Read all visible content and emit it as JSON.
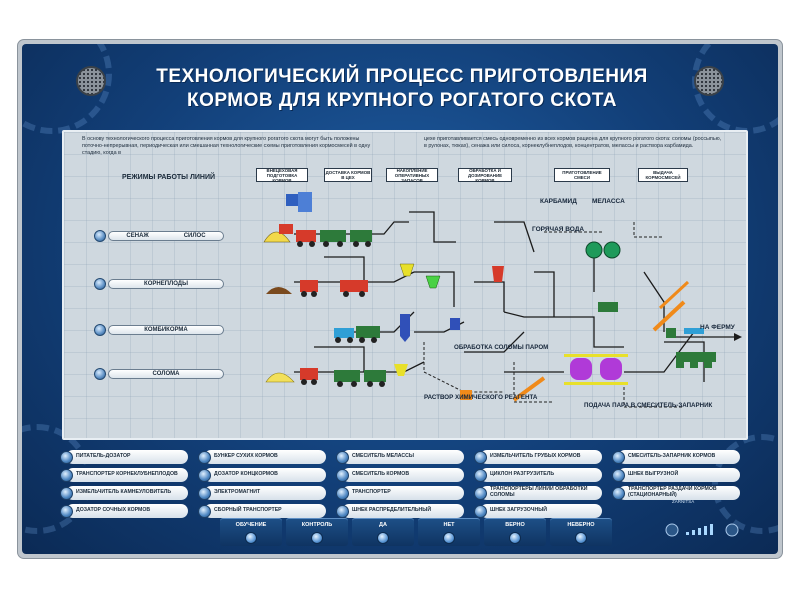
{
  "title": {
    "line1": "ТЕХНОЛОГИЧЕСКИЙ ПРОЦЕСС ПРИГОТОВЛЕНИЯ",
    "line2": "КОРМОВ ДЛЯ КРУПНОГО РОГАТОГО СКОТА"
  },
  "description": {
    "left": "В основу технологического процесса приготовления кормов для крупного рогатого скота могут быть положены поточно-непрерывная, периодическая или смешанная технологические схемы приготовления кормосмесей в одну стадию, когда в",
    "right": "цехе приготавливается смесь одновременно из всех кормов рациона для крупного рогатого скота: соломы (россыпью, в рулонах, тюках), сенажа или силоса, корнеклубнеплодов, концентратов, мелассы и раствора карбамида."
  },
  "stages": [
    "ВНЕЦЕХОВАЯ ПОДГОТОВКА КОРМОВ",
    "ДОСТАВКА КОРМОВ В ЦЕХ",
    "НАКОПЛЕНИЕ ОПЕРАТИВНЫХ ЗАПАСОВ",
    "ОБРАБОТКА И ДОЗИРОВАНИЕ КОРМОВ",
    "ПРИГОТОВЛЕНИЕ СМЕСИ",
    "ВЫДАЧА КОРМОСМЕСЕЙ"
  ],
  "modes_title": "РЕЖИМЫ РАБОТЫ ЛИНИЙ",
  "modes": [
    {
      "a": "СЕНАЖ",
      "b": "СИЛОС"
    },
    {
      "a": "КОРНЕПЛОДЫ",
      "b": ""
    },
    {
      "a": "КОМБИКОРМА",
      "b": ""
    },
    {
      "a": "СОЛОМА",
      "b": ""
    }
  ],
  "labels": {
    "urea": "КАРБАМИД",
    "molasses": "МЕЛАССА",
    "hot_water": "ГОРЯЧАЯ ВОДА",
    "to_farm": "НА ФЕРМУ",
    "straw_steam": "ОБРАБОТКА СОЛОМЫ ПАРОМ",
    "chem_solution": "РАСТВОР ХИМИЧЕСКОГО РЕАГЕНТА",
    "steam_supply": "ПОДАЧА ПАРА В СМЕСИТЕЛЬ-ЗАПАРНИК"
  },
  "legend": [
    [
      "ПИТАТЕЛЬ-ДОЗАТОР",
      "ТРАНСПОРТЕР КОРНЕКЛУБНЕПЛОДОВ",
      "ИЗМЕЛЬЧИТЕЛЬ КАМНЕУЛОВИТЕЛЬ",
      "ДОЗАТОР СОЧНЫХ КОРМОВ"
    ],
    [
      "БУНКЕР СУХИХ КОРМОВ",
      "ДОЗАТОР КОНЦКОРМОВ",
      "ЭЛЕКТРОМАГНИТ",
      "СБОРНЫЙ ТРАНСПОРТЕР"
    ],
    [
      "СМЕСИТЕЛЬ МЕЛАССЫ",
      "СМЕСИТЕЛЬ КОРМОВ",
      "ТРАНСПОРТЕР",
      "ШНЕК РАСПРЕДЕЛИТЕЛЬНЫЙ"
    ],
    [
      "ИЗМЕЛЬЧИТЕЛЬ ГРУБЫХ КОРМОВ",
      "ЦИКЛОН РАЗГРУЗИТЕЛЬ",
      "ТРАНСПОРТЕРЫ ЛИНИИ ОБРАБОТКИ СОЛОМЫ",
      "ШНЕК ЗАГРУЗОЧНЫЙ"
    ],
    [
      "СМЕСИТЕЛЬ-ЗАПАРНИК КОРМОВ",
      "ШНЕК ВЫГРУЗНОЙ",
      "ТРАНСПОРТЕР РАЗДАЧИ КОРМОВ (СТАЦИОНАРНЫЙ)",
      ""
    ]
  ],
  "controls": [
    "ОБУЧЕНИЕ",
    "КОНТРОЛЬ",
    "ДА",
    "НЕТ",
    "ВЕРНО",
    "НЕВЕРНО"
  ],
  "brand": "ZARNITSA",
  "colors": {
    "board": "#123f78",
    "panel": "#cfd8df",
    "pipe": "#1b1b1b",
    "dashed": "#222222"
  }
}
